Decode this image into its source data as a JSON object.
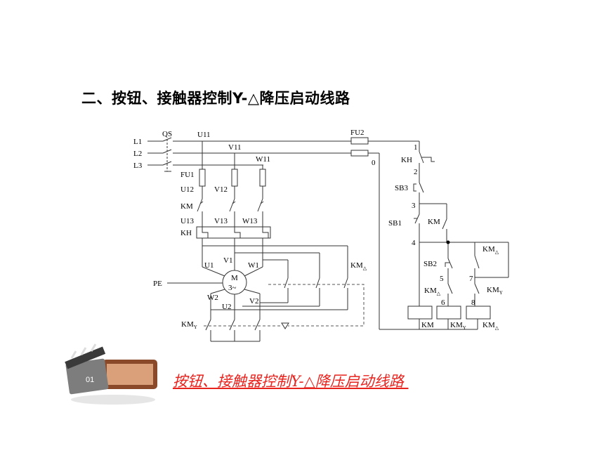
{
  "heading": "二、按钮、接触器控制Y-△降压启动线路",
  "link_text": "按钮、接触器控制Y-△降压启动线路 ",
  "clapper_label": "01",
  "colors": {
    "link": "#e8231e",
    "wire": "#333333",
    "dashed": "#555555"
  },
  "diagram": {
    "supply": [
      "L1",
      "L2",
      "L3"
    ],
    "switch": "QS",
    "main_nodes": [
      "U11",
      "V11",
      "W11",
      "U12",
      "V12",
      "U13",
      "V13",
      "W13"
    ],
    "main_parts": [
      "FU1",
      "KM",
      "KH",
      "PE"
    ],
    "motor": {
      "name": "M",
      "type": "3~",
      "terminals": [
        "U1",
        "V1",
        "W1",
        "W2",
        "U2",
        "V2"
      ]
    },
    "delta_contactor": "KM",
    "star_contactor": "KM",
    "control_fuse": "FU2",
    "control_nodes": [
      "1",
      "2",
      "3",
      "4",
      "5",
      "6",
      "7",
      "8",
      "0"
    ],
    "control_parts": [
      "KH",
      "SB3",
      "SB1",
      "SB2",
      "KM",
      "KM",
      "KM",
      "KM",
      "KM",
      "KM",
      "KM"
    ],
    "coils": [
      "KM",
      "KM",
      "KM"
    ],
    "sub_delta": "△",
    "sub_star": "Y"
  }
}
